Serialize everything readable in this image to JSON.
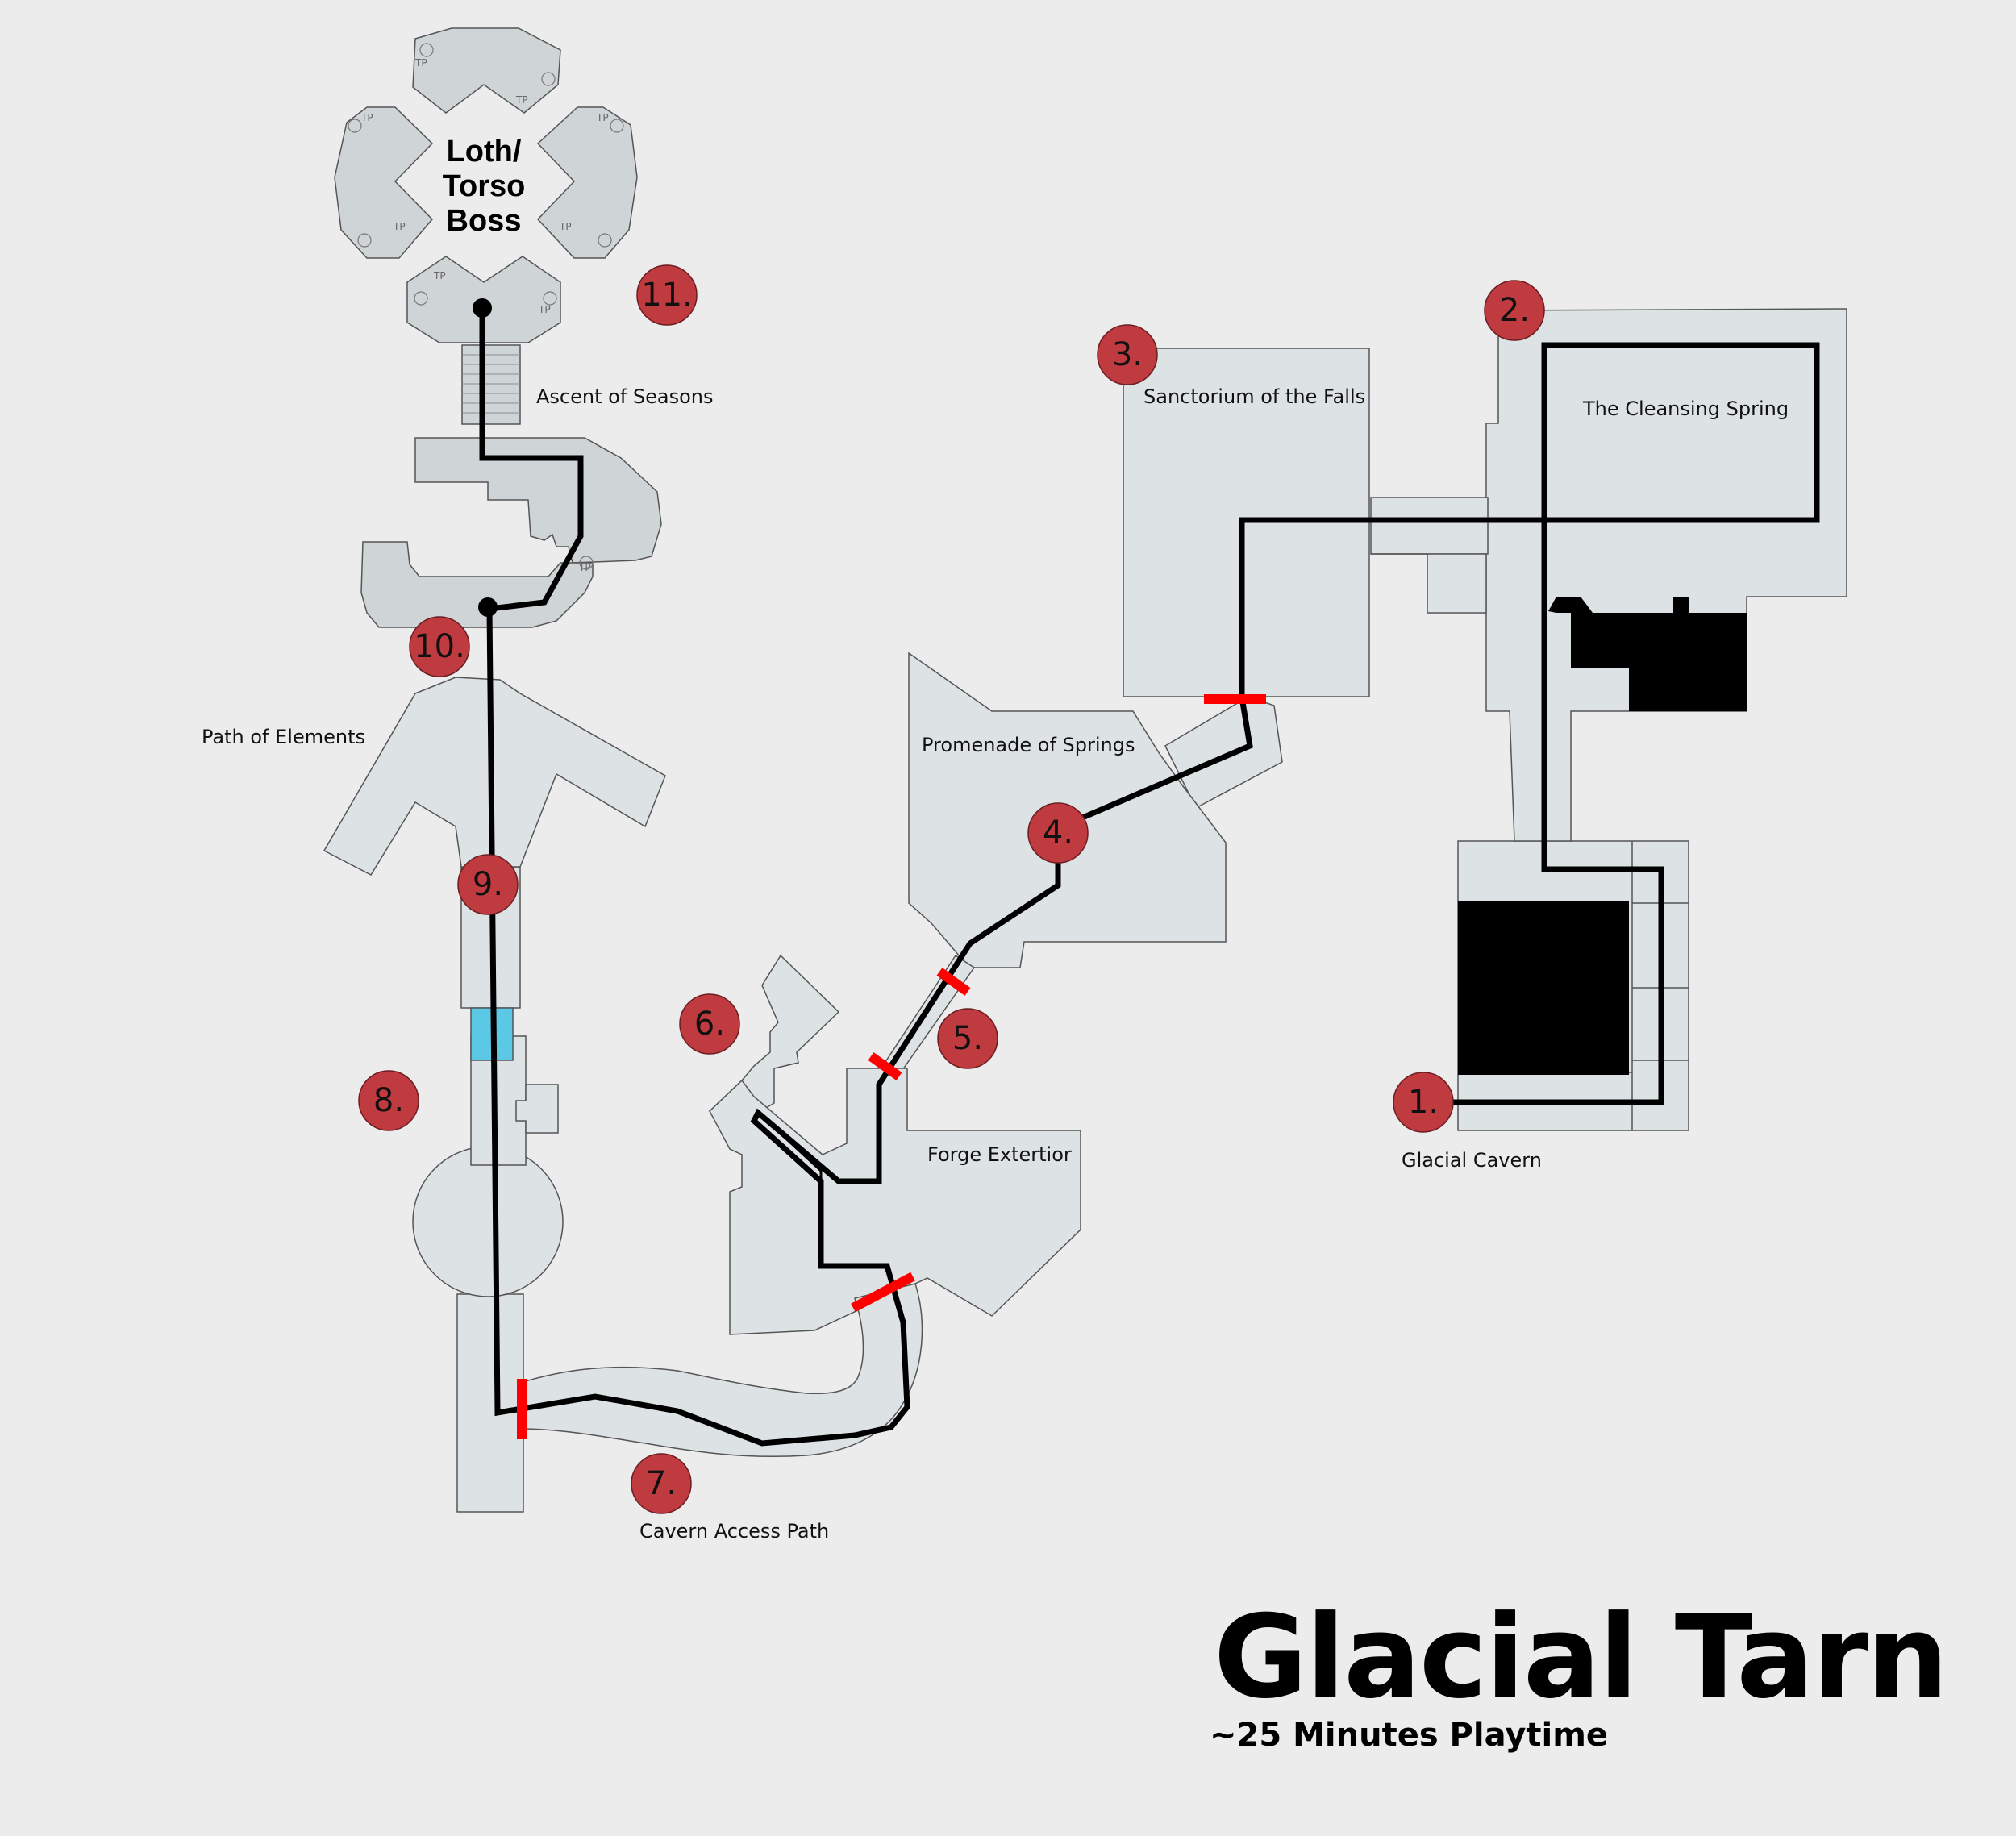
{
  "title": "Glacial Tarn",
  "subtitle": "~25 Minutes Playtime",
  "boss_label": [
    "Loth/",
    "Torso",
    "Boss"
  ],
  "areas": {
    "glacial_cavern": "Glacial Cavern",
    "cleansing_spring": "The Cleansing Spring",
    "sanctorium": "Sanctorium of the Falls",
    "promenade": "Promenade of Springs",
    "forge": "Forge Extertior",
    "cavern_access": "Cavern Access Path",
    "path_of_elements": "Path of Elements",
    "ascent": "Ascent of Seasons"
  },
  "markers": [
    "1.",
    "2.",
    "3.",
    "4.",
    "5.",
    "6.",
    "7.",
    "8.",
    "9.",
    "10.",
    "11."
  ],
  "tp_label": "TP",
  "colors": {
    "background": "#ececec",
    "area_fill": "#dde3e5",
    "marker": "#bf3b40",
    "gate": "#ff0000",
    "water": "#5bc8e6"
  }
}
